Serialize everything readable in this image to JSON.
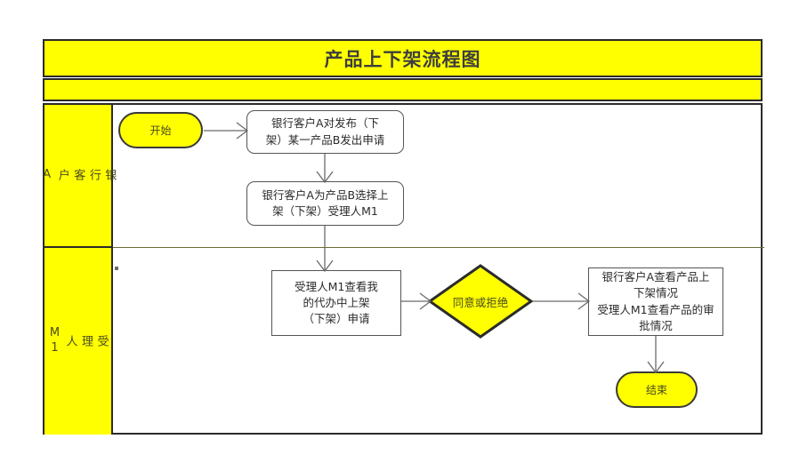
{
  "document": {
    "title": "产品上下架流程图",
    "subtitle_band_text": ""
  },
  "colors": {
    "band_fill": "#ffff00",
    "band_border": "#2b2b2b",
    "terminator_fill": "#ffff00",
    "terminator_border": "#3a3a3a",
    "decision_fill": "#ffff00",
    "decision_border": "#2b2b2b",
    "process_fill": "#ffffff",
    "process_border": "#555555",
    "connector": "#6b6b6b",
    "title_text": "#3d3d3d"
  },
  "lanes": [
    {
      "id": "lane-bank-customer-a",
      "label": "银\n行\n客\n户\nA"
    },
    {
      "id": "lane-handler-m1",
      "label": "受\n理\n人\nM1"
    }
  ],
  "nodes": {
    "start": {
      "label": "开始",
      "type": "terminator"
    },
    "apply": {
      "label": "银行客户A对发布（下\n架）某一产品B发出申请",
      "type": "process"
    },
    "choose_handler": {
      "label": "银行客户A为产品B选择上\n架（下架）受理人M1",
      "type": "process"
    },
    "review": {
      "label": "受理人M1查看我\n的代办中上架\n（下架）申请",
      "type": "process"
    },
    "decision": {
      "label": "同意或拒绝",
      "type": "decision"
    },
    "result": {
      "label": "银行客户A查看产品上\n下架情况\n受理人M1查看产品的审\n批情况",
      "type": "process"
    },
    "end": {
      "label": "结束",
      "type": "terminator"
    }
  },
  "edges": [
    {
      "id": "edge-start-to-apply",
      "from": "start",
      "to": "apply",
      "label": ""
    },
    {
      "id": "edge-apply-to-choose",
      "from": "apply",
      "to": "choose_handler",
      "label": ""
    },
    {
      "id": "edge-choose-to-review",
      "from": "choose_handler",
      "to": "review",
      "label": ""
    },
    {
      "id": "edge-review-to-decision",
      "from": "review",
      "to": "decision",
      "label": ""
    },
    {
      "id": "edge-decision-to-result",
      "from": "decision",
      "to": "result",
      "label": ""
    },
    {
      "id": "edge-result-to-end",
      "from": "result",
      "to": "end",
      "label": ""
    }
  ]
}
